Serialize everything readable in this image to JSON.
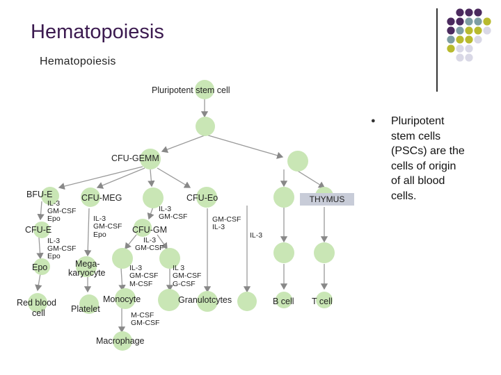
{
  "slide": {
    "title": "Hematopoiesis",
    "bullet_text": "Pluripotent stem cells (PSCs) are the cells of origin of all blood cells.",
    "bullet_icon": "filled-circle-bullet"
  },
  "decor": {
    "dot_colors": {
      "purple": "#4b2a5e",
      "teal": "#7e9ea3",
      "olive": "#b8ba2e",
      "lavender": "#d9d8e6"
    },
    "dot_grid": [
      [
        "-",
        "purple",
        "purple",
        "purple",
        "-"
      ],
      [
        "purple",
        "purple",
        "teal",
        "teal",
        "olive"
      ],
      [
        "purple",
        "teal",
        "olive",
        "olive",
        "lavender"
      ],
      [
        "teal",
        "olive",
        "olive",
        "lavender",
        "-"
      ],
      [
        "olive",
        "lavender",
        "lavender",
        "-",
        "-"
      ],
      [
        "-",
        "lavender",
        "lavender",
        "-",
        "-"
      ]
    ]
  },
  "diagram": {
    "title": "Hematopoiesis",
    "cell_color": "#c9e6b5",
    "labels": {
      "pluripotent": "Pluripotent stem cell",
      "cfu_gemm": "CFU-GEMM",
      "bfu_e": "BFU-E",
      "cfu_meg": "CFU-MEG",
      "cfu_eo": "CFU-Eo",
      "thymus": "THYMUS",
      "cfu_e": "CFU-E",
      "cfu_gm": "CFU-GM",
      "epo_cell": "Epo",
      "megakaryocyte_1": "Mega-",
      "megakaryocyte_2": "karyocyte",
      "red_blood_cell_1": "Red blood",
      "red_blood_cell_2": "cell",
      "platelet": "Platelet",
      "monocyte": "Monocyte",
      "granulocytes": "Granulotcytes",
      "b_cell": "B cell",
      "t_cell": "T cell",
      "macrophage": "Macrophage"
    },
    "factors": {
      "bfu_e_1": "IL-3",
      "bfu_e_2": "GM-CSF",
      "bfu_e_3": "Epo",
      "cfu_e_1": "IL-3",
      "cfu_e_2": "GM-CSF",
      "cfu_e_3": "Epo",
      "meg_1": "IL-3",
      "meg_2": "GM-CSF",
      "meg_3": "Epo",
      "gm_a1": "IL-3",
      "gm_a2": "GM-CSF",
      "gm_b1": "IL-3",
      "gm_b2": "GM-CSF",
      "eo_1": "GM-CSF",
      "eo_2": "IL-3",
      "lymph_1": "IL-3",
      "mono_1": "IL-3",
      "mono_2": "GM-CSF",
      "mono_3": "M-CSF",
      "gran_1": "IL 3",
      "gran_2": "GM-CSF",
      "gran_3": "G-CSF",
      "macro_1": "M-CSF",
      "macro_2": "GM-CSF"
    }
  }
}
